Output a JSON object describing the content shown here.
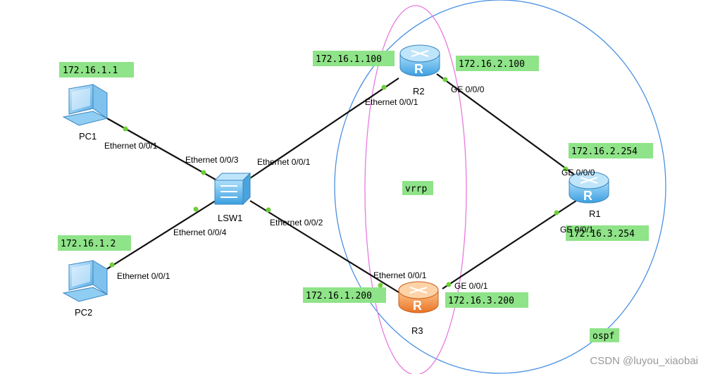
{
  "devices": {
    "pc1": {
      "name": "PC1",
      "ip": "172.16.1.1"
    },
    "pc2": {
      "name": "PC2",
      "ip": "172.16.1.2"
    },
    "lsw1": {
      "name": "LSW1"
    },
    "r1": {
      "name": "R1",
      "ip_top": "172.16.2.254",
      "ip_bottom": "172.16.3.254"
    },
    "r2": {
      "name": "R2",
      "ip_left": "172.16.1.100",
      "ip_right": "172.16.2.100"
    },
    "r3": {
      "name": "R3",
      "ip_left": "172.16.1.200",
      "ip_right": "172.16.3.200"
    }
  },
  "ports": {
    "pc1_eth": "Ethernet 0/0/1",
    "pc2_eth": "Ethernet 0/0/1",
    "lsw1_eth3": "Ethernet 0/0/3",
    "lsw1_eth4": "Ethernet 0/0/4",
    "lsw1_eth1": "Ethernet 0/0/1",
    "lsw1_eth2": "Ethernet 0/0/2",
    "r2_eth": "Ethernet 0/0/1",
    "r2_ge": "GE 0/0/0",
    "r3_eth": "Ethernet 0/0/1",
    "r3_ge": "GE 0/0/1",
    "r1_ge0": "GE 0/0/0",
    "r1_ge1": "GE 0/0/1"
  },
  "areas": {
    "vrrp": "vrrp",
    "ospf": "ospf"
  },
  "watermark": "CSDN @luyou_xiaobai",
  "colors": {
    "label_bg": "#8fe388",
    "ospf_ring": "#4a90e2",
    "vrrp_ring": "#e879e0",
    "link": "#111111",
    "port_dot": "#6fcf3a",
    "router_blue": "#5ab4ea",
    "router_orange": "#f0883a"
  }
}
